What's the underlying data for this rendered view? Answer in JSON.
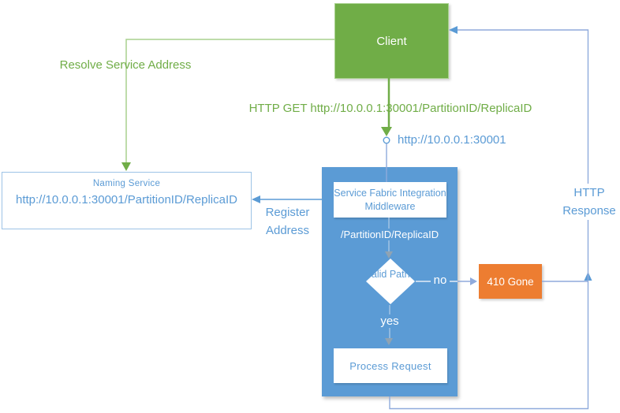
{
  "nodes": {
    "client": {
      "label": "Client"
    },
    "naming_service": {
      "title": "Naming Service",
      "url": "http://10.0.0.1:30001/PartitionID/ReplicaID"
    },
    "middleware": {
      "title": "Service Fabric Integration Middleware",
      "path": "/PartitionID/ReplicaID",
      "decision": "Valid Path?",
      "yes": "yes",
      "no": "no",
      "process": "Process Request"
    },
    "gone": {
      "label": "410 Gone"
    }
  },
  "labels": {
    "resolve": "Resolve Service Address",
    "http_get": "HTTP GET http://10.0.0.1:30001/PartitionID/ReplicaID",
    "endpoint": "http://10.0.0.1:30001",
    "register": "Register Address",
    "response": "HTTP Response"
  },
  "colors": {
    "green": "#70AD47",
    "green_light": "#A9D18E",
    "blue": "#5B9BD5",
    "blue_light": "#8FAADC",
    "blue_border": "#9DC3E6",
    "orange": "#ED7D31",
    "white": "#FFFFFF"
  }
}
